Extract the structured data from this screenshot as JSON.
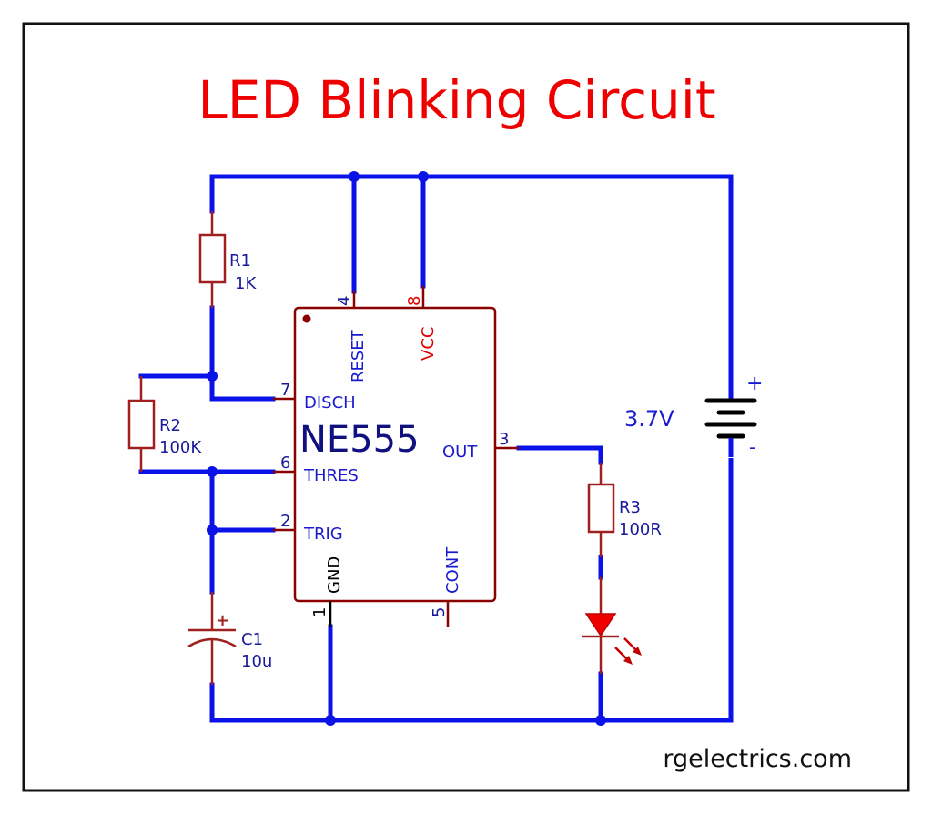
{
  "title": "LED Blinking Circuit",
  "footer": "rgelectrics.com",
  "colors": {
    "title": "#ee0000",
    "wire": "#0b12e8",
    "component": "#a02020",
    "label": "#1a1a9c",
    "led_fill": "#ee0000"
  },
  "ic": {
    "name": "NE555",
    "pins": [
      {
        "number": "4",
        "name": "RESET"
      },
      {
        "number": "8",
        "name": "VCC"
      },
      {
        "number": "7",
        "name": "DISCH"
      },
      {
        "number": "6",
        "name": "THRES"
      },
      {
        "number": "2",
        "name": "TRIG"
      },
      {
        "number": "1",
        "name": "GND"
      },
      {
        "number": "5",
        "name": "CONT"
      },
      {
        "number": "3",
        "name": "OUT"
      }
    ]
  },
  "components": {
    "r1": {
      "ref": "R1",
      "value": "1K"
    },
    "r2": {
      "ref": "R2",
      "value": "100K"
    },
    "r3": {
      "ref": "R3",
      "value": "100R"
    },
    "c1": {
      "ref": "C1",
      "value": "10u",
      "polarity": "+"
    },
    "battery": {
      "value": "3.7V",
      "plus": "+",
      "minus": "-"
    }
  }
}
